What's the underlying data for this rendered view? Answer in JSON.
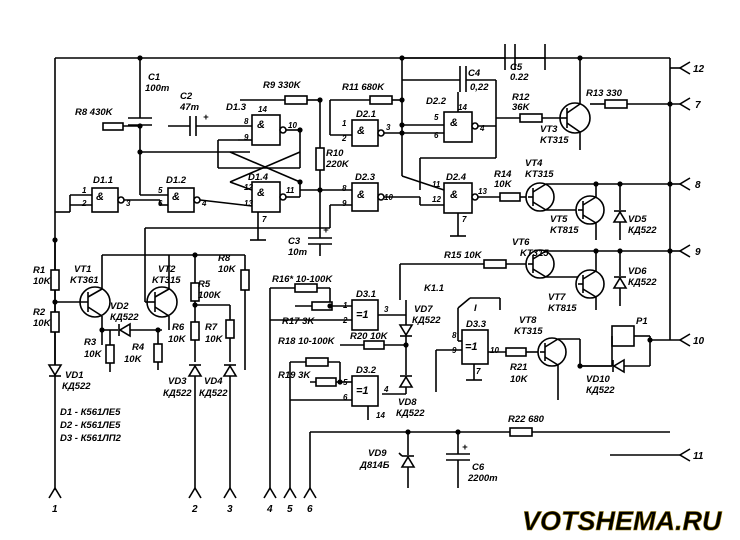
{
  "labels": {
    "C1": "C1",
    "C1v": "100m",
    "C2": "C2",
    "C2v": "47m",
    "C3": "C3",
    "C3v": "10m",
    "C4": "C4",
    "C4v": "0,22",
    "C5": "C5",
    "C5v": "0.22",
    "C6": "C6",
    "C6v": "2200m",
    "R1": "R1",
    "R1v": "10K",
    "R2": "R2",
    "R2v": "10K",
    "R3": "R3",
    "R3v": "10K",
    "R4": "R4",
    "R4v": "10K",
    "R5": "R5",
    "R5v": "100K",
    "R6": "R6",
    "R6v": "10K",
    "R7": "R7",
    "R7v": "10K",
    "R8a": "R8 430K",
    "R8b": "R8",
    "R8bv": "10K",
    "R9": "R9 330K",
    "R10": "R10",
    "R10v": "220K",
    "R11": "R11 680K",
    "R12": "R12",
    "R12v": "36K",
    "R13": "R13 330",
    "R14": "R14",
    "R14v": "10K",
    "R15": "R15 10K",
    "R16": "R16* 10-100K",
    "R17": "R17 3K",
    "R18": "R18 10-100K",
    "R19": "R19 3K",
    "R20": "R20 10K",
    "R21": "R21",
    "R21v": "10K",
    "R22": "R22 680",
    "VT1": "VT1",
    "VT1v": "KT361",
    "VT2": "VT2",
    "VT2v": "KT315",
    "VT3": "VT3",
    "VT3v": "KT315",
    "VT4": "VT4",
    "VT4v": "KT315",
    "VT5": "VT5",
    "VT5v": "KT815",
    "VT6": "VT6",
    "VT6v": "KT315",
    "VT7": "VT7",
    "VT7v": "KT815",
    "VT8": "VT8",
    "VT8v": "KT315",
    "VD1": "VD1",
    "VD1v": "КД522",
    "VD2": "VD2",
    "VD2v": "КД522",
    "VD3": "VD3",
    "VD3v": "КД522",
    "VD4": "VD4",
    "VD4v": "КД522",
    "VD5": "VD5",
    "VD5v": "КД522",
    "VD6": "VD6",
    "VD6v": "КД522",
    "VD7": "VD7",
    "VD7v": "КД522",
    "VD8": "VD8",
    "VD8v": "КД522",
    "VD9": "VD9",
    "VD9v": "Д814Б",
    "VD10": "VD10",
    "VD10v": "КД522",
    "D11": "D1.1",
    "D12": "D1.2",
    "D13": "D1.3",
    "D14": "D1.4",
    "D21": "D2.1",
    "D22": "D2.2",
    "D23": "D2.3",
    "D24": "D2.4",
    "D31": "D3.1",
    "D32": "D3.2",
    "D33": "D3.3",
    "K11": "K1.1",
    "P1": "P1",
    "eq": "=1",
    "amp": "&",
    "one": "I"
  },
  "legend": [
    "D1 - К561ЛЕ5",
    "D2 - К561ЛЕ5",
    "D3 - К561ЛП2"
  ],
  "terminals": [
    "1",
    "2",
    "3",
    "4",
    "5",
    "6",
    "7",
    "8",
    "9",
    "10",
    "11",
    "12"
  ],
  "pins": {
    "p1": "1",
    "p2": "2",
    "p3": "3",
    "p4": "4",
    "p5": "5",
    "p6": "6",
    "p7": "7",
    "p8": "8",
    "p9": "9",
    "p10": "10",
    "p11": "11",
    "p12": "12",
    "p13": "13",
    "p14": "14"
  },
  "watermark": "VOTSHEMA.RU"
}
